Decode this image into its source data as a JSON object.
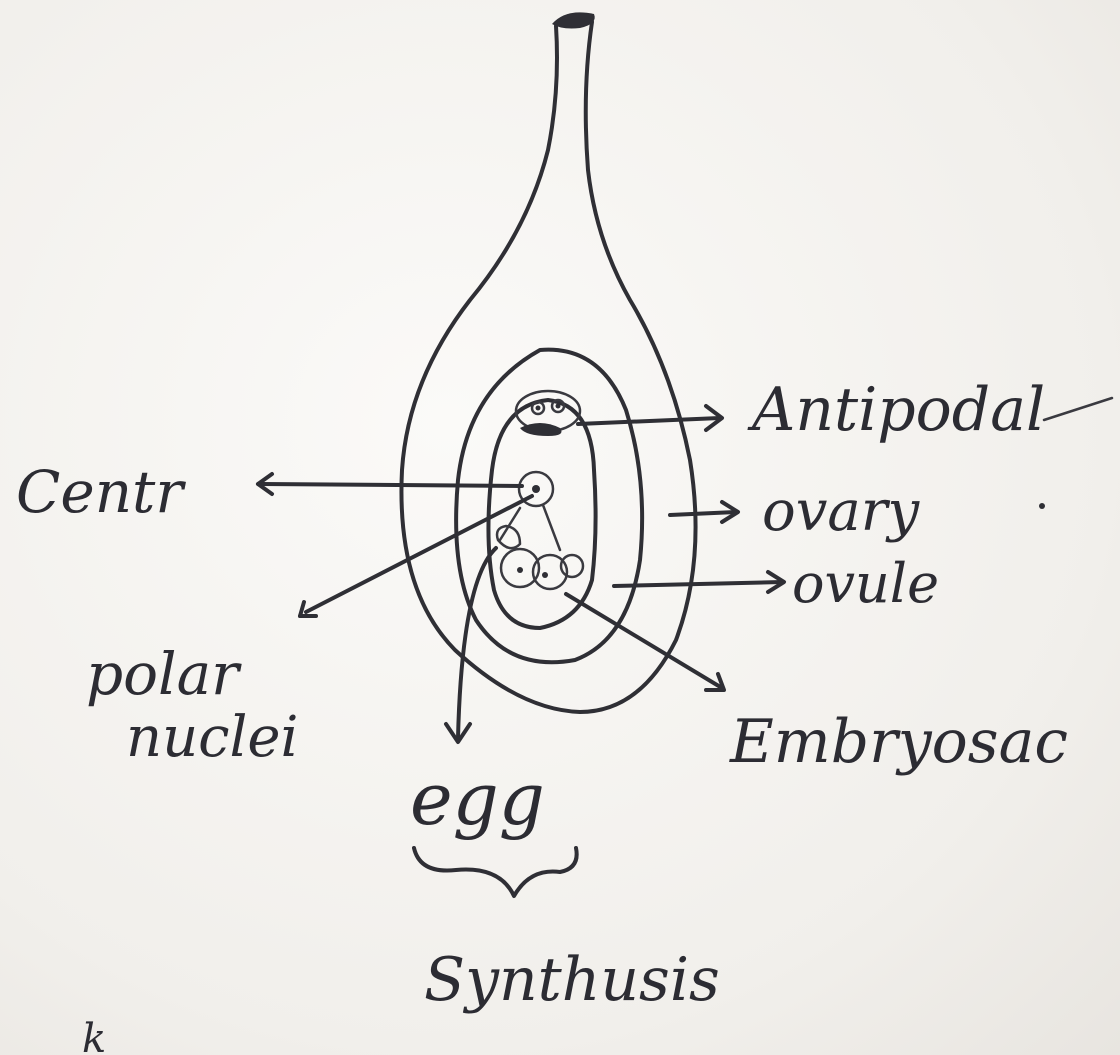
{
  "labels": {
    "antipodal": "Antipodal",
    "ovary": "ovary",
    "ovule": "ovule",
    "center": "Centr",
    "polar_line1": "polar",
    "polar_line2": "nuclei",
    "egg": "egg",
    "embryosac": "Embryosac",
    "synergids": "Synthusis",
    "corner_mark": "k"
  },
  "colors": {
    "ink": "#2f2f35",
    "paper": "#f6f4f1"
  }
}
